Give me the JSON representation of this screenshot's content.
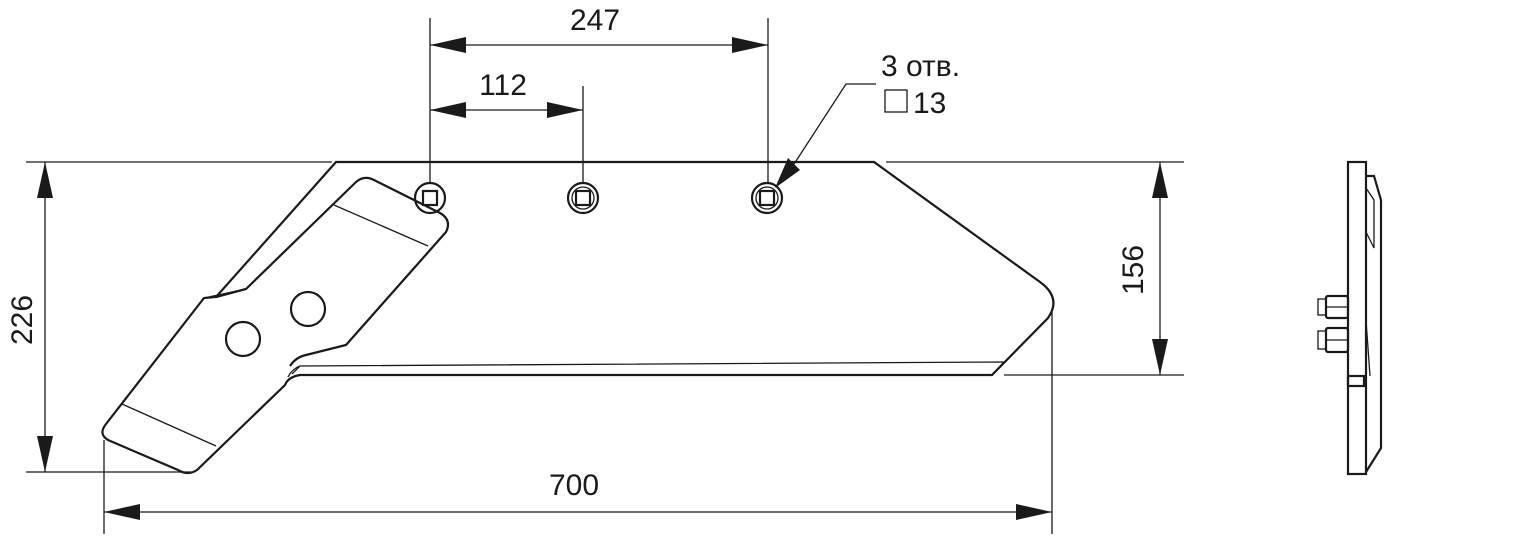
{
  "dimensions": {
    "hole_spacing_outer": "247",
    "hole_spacing_inner": "112",
    "total_height": "226",
    "right_height": "156",
    "total_length": "700"
  },
  "hole_note": {
    "count": "3 отв.",
    "size": "13"
  }
}
